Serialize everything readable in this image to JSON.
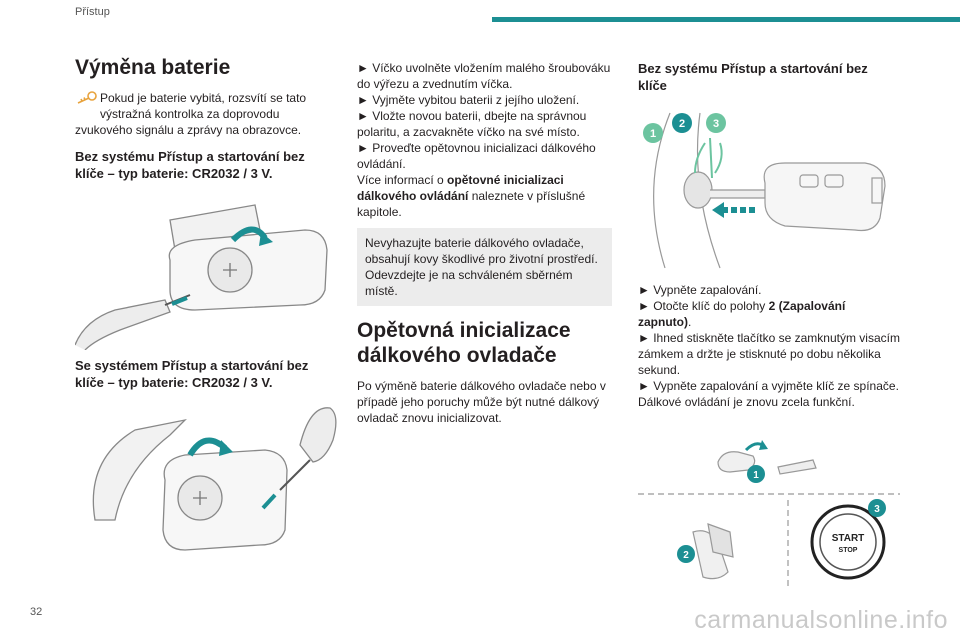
{
  "header": {
    "section": "Přístup"
  },
  "col1": {
    "title": "Výměna baterie",
    "warning_part1": "Pokud je baterie vybitá, rozsvítí se tato",
    "warning_part2": "výstražná kontrolka za doprovodu",
    "warning_part3": "zvukového signálu a zprávy na obrazovce.",
    "sub1_line1": "Bez systému Přístup a startování bez",
    "sub1_line2": "klíče – typ baterie: CR2032 / 3 V.",
    "sub2_line1": "Se systémem Přístup a startování bez",
    "sub2_line2": "klíče – typ baterie: CR2032 / 3 V."
  },
  "col2": {
    "b1": "► Víčko uvolněte vložením malého šroubováku do výřezu a zvednutím víčka.",
    "b2": "► Vyjměte vybitou baterii z jejího uložení.",
    "b3": "► Vložte novou baterii, dbejte na správnou polaritu, a zacvakněte víčko na své místo.",
    "b4": "► Proveďte opětovnou inicializaci dálkového ovládání.",
    "more_prefix": "Více informací o ",
    "more_bold": "opětovné inicializaci dálkového ovládání",
    "more_suffix": " naleznete v příslušné kapitole.",
    "note": "Nevyhazujte baterie dálkového ovladače, obsahují kovy škodlivé pro životní prostředí. Odevzdejte je na schváleném sběrném místě.",
    "title2_line1": "Opětovná inicializace",
    "title2_line2": "dálkového ovladače",
    "para": "Po výměně baterie dálkového ovladače nebo v případě jeho poruchy může být nutné dálkový ovladač znovu inicializovat."
  },
  "col3": {
    "sub_line1": "Bez systému Přístup a startování bez",
    "sub_line2": "klíče",
    "step1": "► Vypněte zapalování.",
    "step2_prefix": "► Otočte klíč do polohy ",
    "step2_bold": "2 (Zapalování zapnuto)",
    "step2_suffix": ".",
    "step3": "► Ihned stiskněte tlačítko se zamknutým visacím zámkem a držte je stisknuté po dobu několika sekund.",
    "step4": "► Vypněte zapalování a vyjměte klíč ze spínače.",
    "final": "Dálkové ovládání je znovu zcela funkční."
  },
  "figures": {
    "badges": [
      "1",
      "2",
      "3"
    ],
    "start_line1": "START",
    "start_line2": "STOP"
  },
  "footer": {
    "page": "32",
    "watermark": "carmanualsonline.info"
  },
  "colors": {
    "accent": "#1c8f93",
    "note_bg": "#ececec",
    "warning_icon": "#e8a33d"
  }
}
